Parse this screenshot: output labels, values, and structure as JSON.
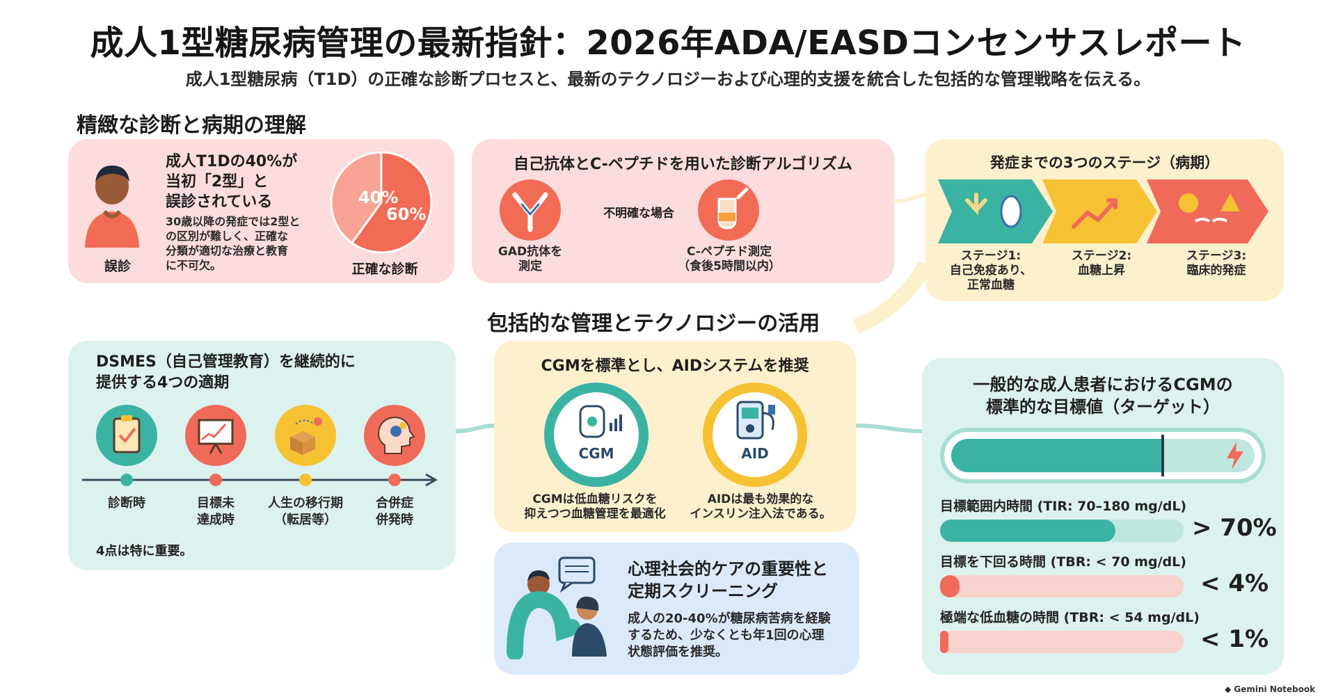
{
  "header": {
    "title": "成人1型糖尿病管理の最新指針：2026年ADA/EASDコンセンサスレポート",
    "subtitle": "成人1型糖尿病（T1D）の正確な診断プロセスと、最新のテクノロジーおよび心理的支援を統合した包括的な管理戦略を伝える。"
  },
  "diagnosis_section": {
    "heading": "精緻な診断と病期の理解",
    "misdiagnosis": {
      "icon_label": "誤診",
      "headline_lines": [
        "成人T1Dの40%が",
        "当初「2型」と",
        "誤診されている"
      ],
      "body_lines": [
        "30歳以降の発症では2型と",
        "の区別が難しく、正確な",
        "分類が適切な治療と教育",
        "に不可欠。"
      ],
      "pie_caption": "正確な診断",
      "pie": {
        "misdiagnosed_pct": 40,
        "correct_pct": 60,
        "label_a": "40%",
        "label_b": "60%"
      }
    },
    "algorithm": {
      "title": "自己抗体とC-ペプチドを用いた診断アルゴリズム",
      "step1_lines": [
        "GAD抗体を",
        "測定"
      ],
      "connector": "不明確な場合",
      "step2_lines": [
        "C-ペプチド測定",
        "（食後5時間以内）"
      ]
    },
    "stages": {
      "title": "発症までの3つのステージ（病期）",
      "items": [
        {
          "label_lines": [
            "ステージ1:",
            "自己免疫あり、",
            "正常血糖"
          ]
        },
        {
          "label_lines": [
            "ステージ2:",
            "血糖上昇"
          ]
        },
        {
          "label_lines": [
            "ステージ3:",
            "臨床的発症"
          ]
        }
      ]
    }
  },
  "management_section": {
    "heading": "包括的な管理とテクノロジーの活用",
    "dsmes": {
      "title_lines": [
        "DSMES（自己管理教育）を継続的に",
        "提供する4つの適期"
      ],
      "steps": [
        {
          "label_lines": [
            "診断時"
          ]
        },
        {
          "label_lines": [
            "目標未",
            "達成時"
          ]
        },
        {
          "label_lines": [
            "人生の移行期",
            "（転居等）"
          ]
        },
        {
          "label_lines": [
            "合併症",
            "併発時"
          ]
        }
      ],
      "note": "4点は特に重要。"
    },
    "tech": {
      "title": "CGMを標準とし、AIDシステムを推奨",
      "cgm_label": "CGM",
      "aid_label": "AID",
      "cgm_desc_lines": [
        "CGMは低血糖リスクを",
        "抑えつつ血糖管理を最適化"
      ],
      "aid_desc_lines": [
        "AIDは最も効果的な",
        "インスリン注入法である。"
      ]
    },
    "psycho": {
      "title_lines": [
        "心理社会的ケアの重要性と",
        "定期スクリーニング"
      ],
      "body_lines": [
        "成人の20-40%が糖尿病苦病を経験",
        "するため、少なくとも年1回の心理",
        "状態評価を推奨。"
      ]
    },
    "targets": {
      "title_lines": [
        "一般的な成人患者におけるCGMの",
        "標準的な目標値（ターゲット）"
      ],
      "metrics": [
        {
          "label": "目標範囲内時間 (TIR: 70–180 mg/dL)",
          "value": "> 70%",
          "fill_fraction": 0.72,
          "color": "#3bb3a3"
        },
        {
          "label": "目標を下回る時間 (TBR: < 70 mg/dL)",
          "value": "< 4%",
          "fill_fraction": 0.04,
          "color": "#f06a5a"
        },
        {
          "label": "極端な低血糖の時間 (TBR: < 54 mg/dL)",
          "value": "< 1%",
          "fill_fraction": 0.01,
          "color": "#f06a5a"
        }
      ]
    }
  },
  "footer": {
    "brand": "Gemini Notebook"
  },
  "colors": {
    "teal": "#3bb3a3",
    "coral": "#f06a5a",
    "yellow": "#f6c233",
    "pink_panel": "#fcdcdc",
    "cream_panel": "#fdf0cd",
    "mint_panel": "#dcf2ee",
    "blue_panel": "#dbeafa"
  }
}
